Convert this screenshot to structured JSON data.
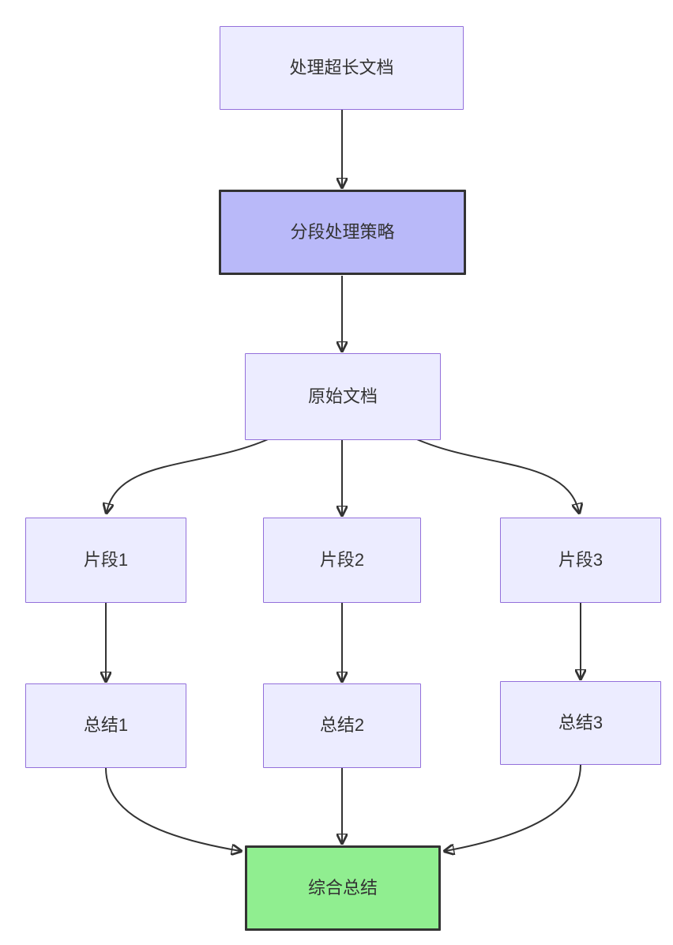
{
  "diagram": {
    "type": "flowchart",
    "direction": "top-down",
    "nodes": {
      "task": {
        "label": "处理超长文档",
        "style": "default"
      },
      "strategy": {
        "label": "分段处理策略",
        "style": "emphasis"
      },
      "source": {
        "label": "原始文档",
        "style": "default"
      },
      "seg1": {
        "label": "片段1",
        "style": "default"
      },
      "seg2": {
        "label": "片段2",
        "style": "default"
      },
      "seg3": {
        "label": "片段3",
        "style": "default"
      },
      "sum1": {
        "label": "总结1",
        "style": "default"
      },
      "sum2": {
        "label": "总结2",
        "style": "default"
      },
      "sum3": {
        "label": "总结3",
        "style": "default"
      },
      "final": {
        "label": "综合总结",
        "style": "result"
      }
    },
    "edges": [
      {
        "from": "task",
        "to": "strategy"
      },
      {
        "from": "strategy",
        "to": "source"
      },
      {
        "from": "source",
        "to": "seg1"
      },
      {
        "from": "source",
        "to": "seg2"
      },
      {
        "from": "source",
        "to": "seg3"
      },
      {
        "from": "seg1",
        "to": "sum1"
      },
      {
        "from": "seg2",
        "to": "sum2"
      },
      {
        "from": "seg3",
        "to": "sum3"
      },
      {
        "from": "sum1",
        "to": "final"
      },
      {
        "from": "sum2",
        "to": "final"
      },
      {
        "from": "sum3",
        "to": "final"
      }
    ],
    "colors": {
      "background": "#ffffff",
      "node_fill": "#ECECFF",
      "node_border": "#9370DB",
      "emphasis_fill": "#b9b9f9",
      "emphasis_border": "#333333",
      "result_fill": "#90EE90",
      "result_border": "#333333",
      "edge_stroke": "#333333",
      "text": "#333333"
    }
  }
}
